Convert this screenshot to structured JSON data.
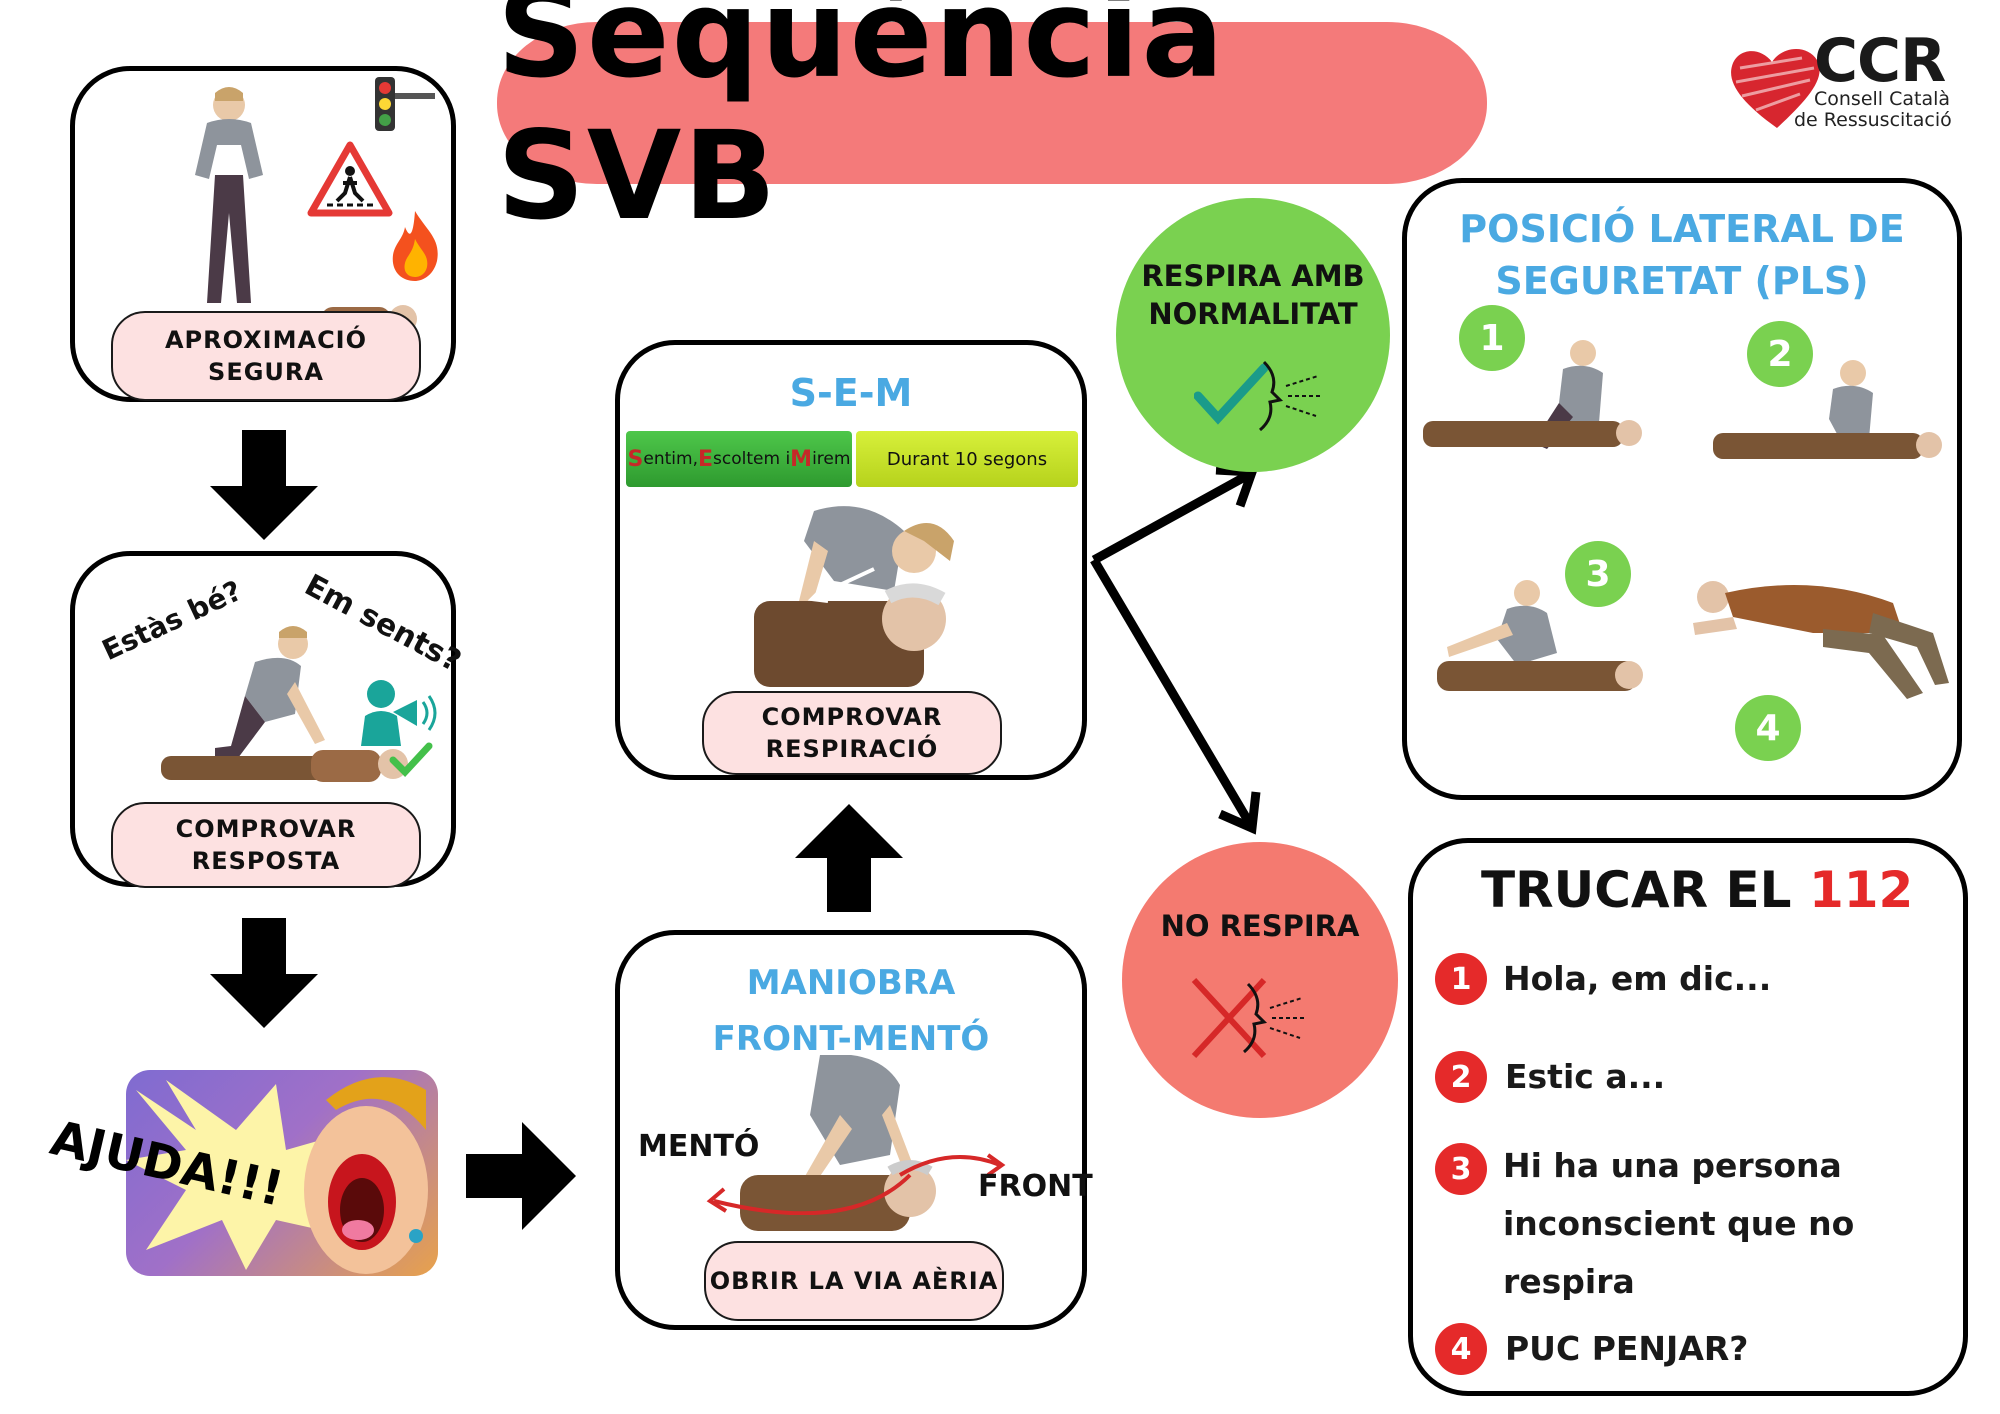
{
  "title": "Seqüència SVB",
  "logo": {
    "acronym": "CCR",
    "line1": "Consell Català",
    "line2": "de Ressuscitació"
  },
  "steps": {
    "approach": {
      "label_line1": "APROXIMACIÓ",
      "label_line2": "SEGURA"
    },
    "response": {
      "speech_left": "Estàs bé?",
      "speech_right": "Em sents?",
      "label_line1": "COMPROVAR",
      "label_line2": "RESPOSTA"
    },
    "help": {
      "shout": "AJUDA!!!"
    },
    "airway": {
      "title_line1": "MANIOBRA",
      "title_line2": "FRONT-MENTÓ",
      "chin_label": "MENTÓ",
      "forehead_label": "FRONT",
      "label": "OBRIR LA VIA AÈRIA"
    },
    "breathing": {
      "title": "S-E-M",
      "sem_parts": [
        {
          "initial": "S",
          "rest": "entim, "
        },
        {
          "initial": "E",
          "rest": "scoltem i "
        },
        {
          "initial": "M",
          "rest": "irem"
        }
      ],
      "duration": "Durant 10 segons",
      "label_line1": "COMPROVAR",
      "label_line2": "RESPIRACIÓ"
    }
  },
  "outcomes": {
    "breathing_normal": {
      "line1": "RESPIRA AMB",
      "line2": "NORMALITAT"
    },
    "not_breathing": {
      "line1": "NO RESPIRA"
    }
  },
  "pls": {
    "title_line1": "POSICIÓ LATERAL DE",
    "title_line2": "SEGURETAT (PLS)",
    "steps": [
      "1",
      "2",
      "3",
      "4"
    ]
  },
  "call": {
    "title_prefix": "TRUCAR EL ",
    "title_number": "112",
    "items": [
      {
        "num": "1",
        "text": "Hola, em dic..."
      },
      {
        "num": "2",
        "text": "Estic a..."
      },
      {
        "num": "3",
        "line1": "Hi ha una persona",
        "line2": "inconscient que no",
        "line3": "respira"
      },
      {
        "num": "4",
        "text": "PUC PENJAR?"
      }
    ]
  },
  "colors": {
    "title_bg": "#f47a7a",
    "blue": "#4aa9e2",
    "green_circle": "#7ad150",
    "red_circle": "#f47a70",
    "pill_bg": "#fde1e1",
    "call_red": "#e52a2a"
  }
}
